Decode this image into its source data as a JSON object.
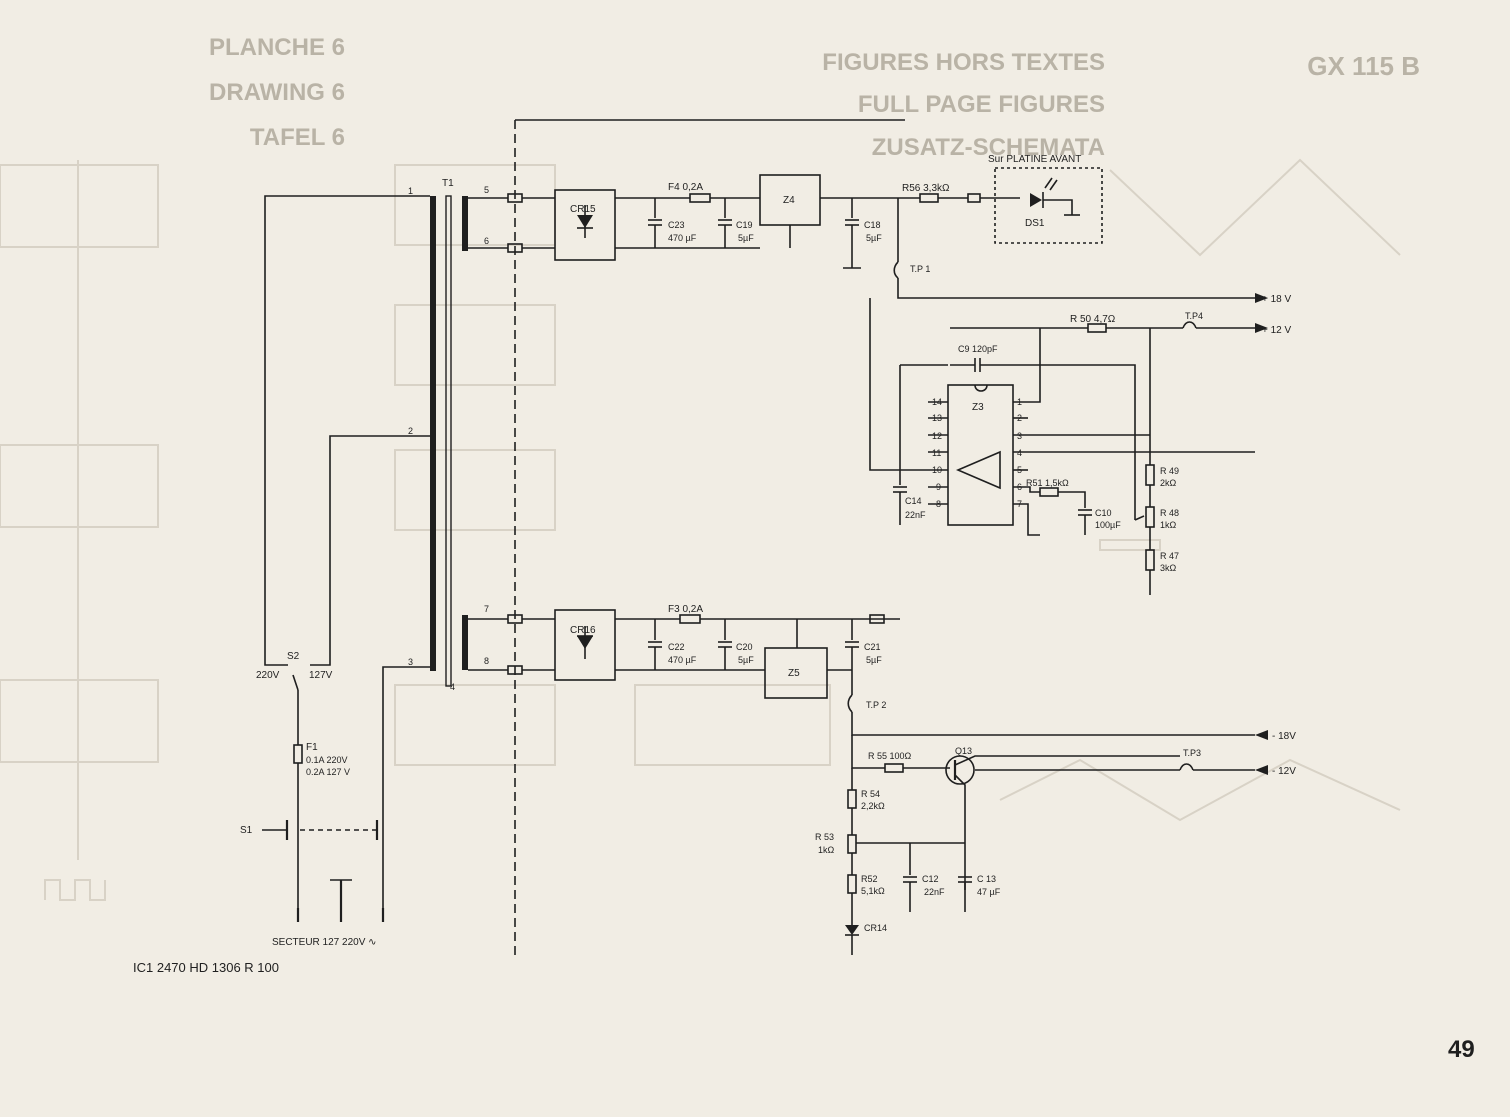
{
  "header": {
    "left": [
      "PLANCHE 6",
      "DRAWING 6",
      "TAFEL 6"
    ],
    "center": [
      "FIGURES HORS TEXTES",
      "FULL PAGE FIGURES",
      "ZUSATZ-SCHEMATA"
    ],
    "right": "GX 115 B"
  },
  "platine_label": "Sur PLATINE AVANT",
  "transformer": {
    "name": "T1",
    "pins": [
      "1",
      "2",
      "3",
      "4",
      "5",
      "6",
      "7",
      "8"
    ]
  },
  "components": {
    "cr15": "CR15",
    "cr16": "CR16",
    "cr14": "CR14",
    "f4": "F4 0,2A",
    "f3": "F3 0,2A",
    "c23": [
      "C23",
      "470 µF"
    ],
    "c19": [
      "C19",
      "5µF"
    ],
    "c18": [
      "C18",
      "5µF"
    ],
    "c22": [
      "C22",
      "470 µF"
    ],
    "c20": [
      "C20",
      "5µF"
    ],
    "c21": [
      "C21",
      "5µF"
    ],
    "z4": "Z4",
    "z5": "Z5",
    "z3": "Z3",
    "r56": "R56 3,3kΩ",
    "ds1": "DS1",
    "tp1": "T.P 1",
    "tp2": "T.P 2",
    "tp3": "T.P3",
    "tp4": "T.P4",
    "r50": "R 50 4,7Ω",
    "c9": "C9 120pF",
    "c14": [
      "C14",
      "22nF"
    ],
    "r51": "R51 1,5kΩ",
    "c10": [
      "C10",
      "100µF"
    ],
    "r49": [
      "R 49",
      "2kΩ"
    ],
    "r48": [
      "R 48",
      "1kΩ"
    ],
    "r47": [
      "R 47",
      "3kΩ"
    ],
    "r55": "R 55 100Ω",
    "q13": "Q13",
    "r54": [
      "R 54",
      "2,2kΩ"
    ],
    "r53": [
      "R 53",
      "1kΩ"
    ],
    "r52": [
      "R52",
      "5,1kΩ"
    ],
    "c12": [
      "C12",
      "22nF"
    ],
    "c13": [
      "C 13",
      "47 µF"
    ]
  },
  "z3_pins_left": [
    "14",
    "13",
    "12",
    "11",
    "10",
    "9",
    "8"
  ],
  "z3_pins_right": [
    "1",
    "2",
    "3",
    "4",
    "5",
    "6",
    "7"
  ],
  "rails": {
    "p18": "+ 18 V",
    "p12": "+ 12 V",
    "m18": "- 18V",
    "m12": "- 12V"
  },
  "switch_s2": {
    "name": "S2",
    "left": "220V",
    "right": "127V"
  },
  "fuse_f1": {
    "name": "F1",
    "line1": "0.1A 220V",
    "line2": "0.2A 127 V"
  },
  "switch_s1": "S1",
  "mains": "SECTEUR 127 220V ∿",
  "reference": "IC1 2470 HD 1306 R 100",
  "page_number": "49"
}
